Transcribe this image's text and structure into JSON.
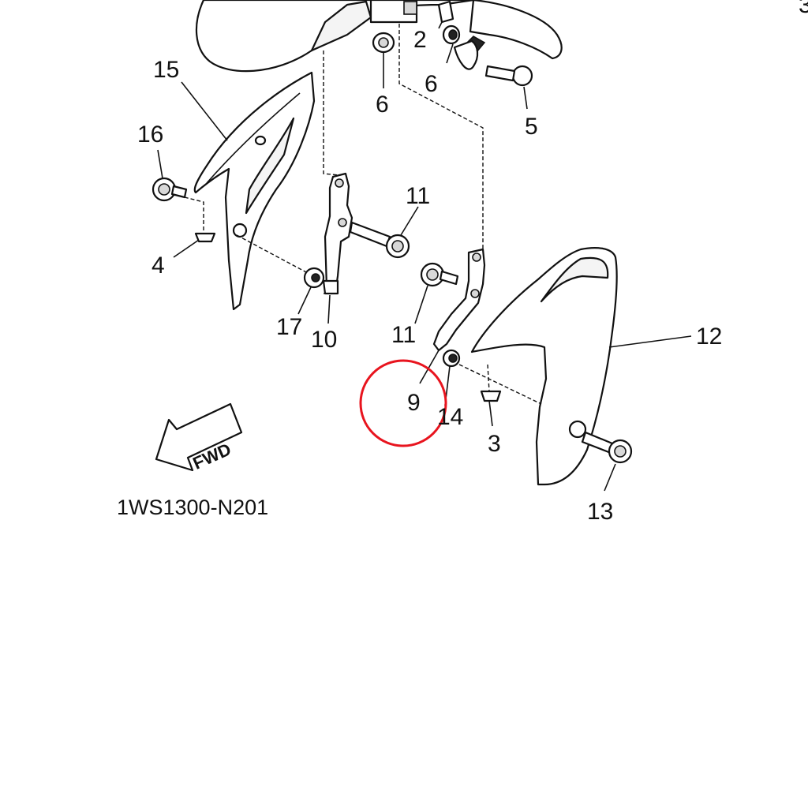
{
  "diagram": {
    "reference_code": "1WS1300-N201",
    "fwd_label": "FWD",
    "highlight_color": "#e8141e",
    "callouts": {
      "c2": "2",
      "c3_corner": "3",
      "c6_right": "6",
      "c6_left": "6",
      "c5": "5",
      "c15": "15",
      "c16": "16",
      "c11_upper": "11",
      "c4": "4",
      "c17": "17",
      "c10": "10",
      "c11_lower": "11",
      "c12": "12",
      "c9": "9",
      "c14": "14",
      "c3": "3",
      "c13": "13"
    }
  }
}
